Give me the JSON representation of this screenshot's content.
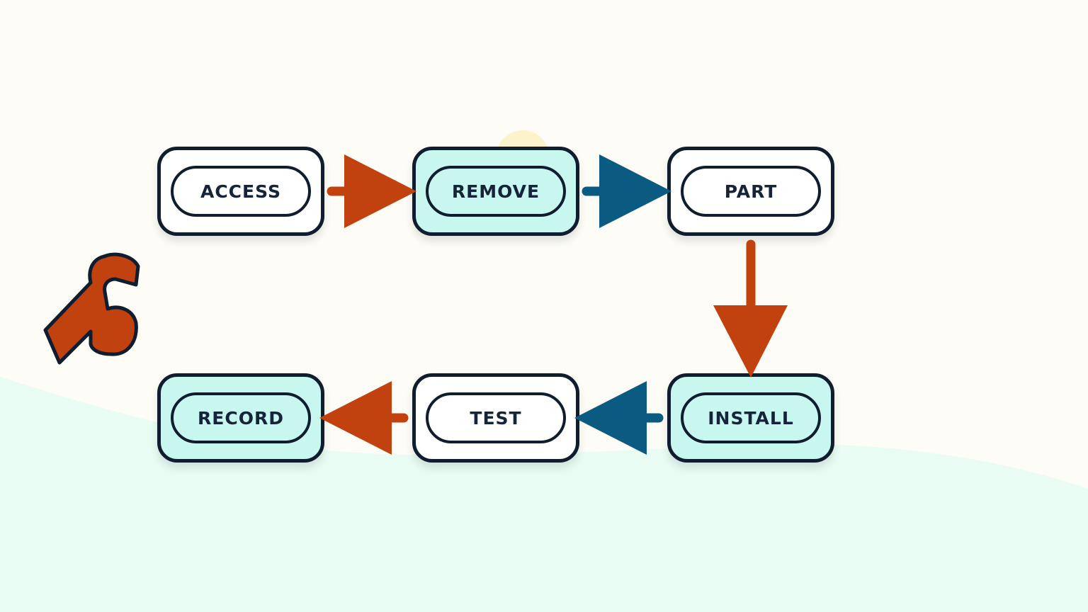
{
  "colors": {
    "background": "#fdfcf6",
    "ground": "#e8fcf4",
    "outline": "#0f1d2e",
    "highlight_fill": "#c8f7ef",
    "arrow_orange": "#c1420f",
    "arrow_blue": "#0a5a82",
    "sun_glow": "#fbf1c4"
  },
  "steps": [
    {
      "label": "ACCESS",
      "highlighted": false
    },
    {
      "label": "REMOVE",
      "highlighted": true
    },
    {
      "label": "PART",
      "highlighted": false
    },
    {
      "label": "INSTALL",
      "highlighted": true
    },
    {
      "label": "TEST",
      "highlighted": false
    },
    {
      "label": "RECORD",
      "highlighted": true
    }
  ],
  "connectors": [
    {
      "from": "ACCESS",
      "to": "REMOVE",
      "color": "orange"
    },
    {
      "from": "REMOVE",
      "to": "PART",
      "color": "blue"
    },
    {
      "from": "PART",
      "to": "INSTALL",
      "color": "orange"
    },
    {
      "from": "INSTALL",
      "to": "TEST",
      "color": "blue"
    },
    {
      "from": "TEST",
      "to": "RECORD",
      "color": "orange"
    }
  ],
  "decorations": {
    "icon": "wrench-icon"
  }
}
